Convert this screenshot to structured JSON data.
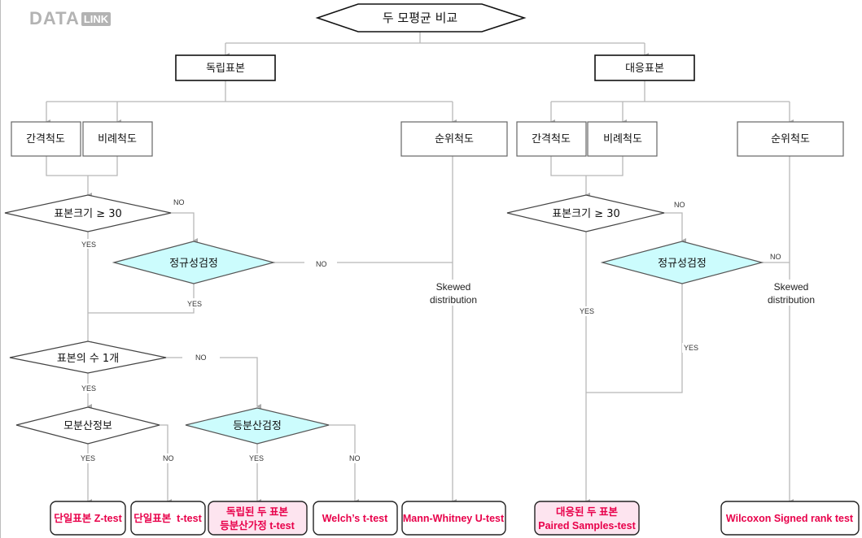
{
  "logo": {
    "part1": "DATA",
    "part2": "LINK"
  },
  "title": "두 모평균 비교",
  "branches": {
    "independent": "독립표본",
    "paired": "대응표본"
  },
  "scales": {
    "interval": "간격척도",
    "ratio": "비례척도",
    "ordinal": "순위척도"
  },
  "decisions": {
    "sample_size": "표본크기 ≥ 30",
    "normality": "정규성검정",
    "num_samples": "표본의 수 1개",
    "pop_variance": "모분산정보",
    "equal_variance": "등분산검정"
  },
  "labels": {
    "yes": "YES",
    "no": "NO",
    "skewed_1": "Skewed",
    "skewed_2": "distribution"
  },
  "results": {
    "z_test": "단일표본 Z-test",
    "t_test": "단일표본  t-test",
    "indep_line1": "독립된 두 표본",
    "indep_line2": "등분산가정 t-test",
    "welch": "Welch’s t-test",
    "mann_whitney": "Mann-Whitney U-test",
    "paired_line1": "대응된 두 표본",
    "paired_line2": "Paired Samples-test",
    "wilcoxon": "Wilcoxon Signed rank test"
  },
  "colors": {
    "result_text": "#e8004a",
    "decision_fill": "#ccfcfd",
    "highlight_fill": "#fde4ef"
  }
}
